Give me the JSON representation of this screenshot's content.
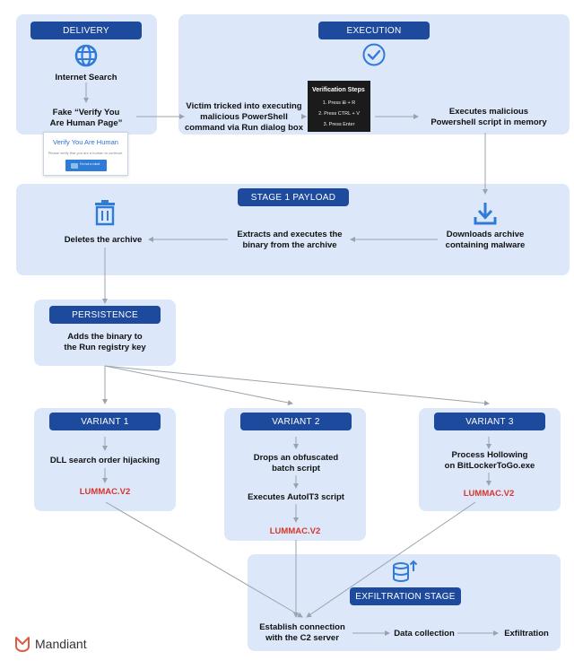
{
  "sections": {
    "delivery": "DELIVERY",
    "execution": "EXECUTION",
    "stage1": "STAGE 1 PAYLOAD",
    "persistence": "PERSISTENCE",
    "variant1": "VARIANT 1",
    "variant2": "VARIANT 2",
    "variant3": "VARIANT 3",
    "exfil": "EXFILTRATION STAGE"
  },
  "nodes": {
    "internet_search": "Internet Search",
    "fake_page_1": "Fake “Verify You",
    "fake_page_2": "Are Human Page”",
    "victim_1": "Victim tricked into executing",
    "victim_2": "malicious PowerShell",
    "victim_3": "command via Run dialog box",
    "exec_mem_1": "Executes malicious",
    "exec_mem_2": "Powershell script in memory",
    "download_1": "Downloads archive",
    "download_2": "containing malware",
    "extract_1": "Extracts and executes the",
    "extract_2": "binary from the archive",
    "delete": "Deletes the archive",
    "run_key_1": "Adds the binary to",
    "run_key_2": "the Run registry key",
    "dll": "DLL search order hijacking",
    "drops_1": "Drops an obfuscated",
    "drops_2": "batch script",
    "autoit": "Executes AutoIT3 script",
    "hollow_1": "Process Hollowing",
    "hollow_2": "on BitLockerToGo.exe",
    "lummac_1": "LUMMAC.V2",
    "lummac_2": "LUMMAC.V2",
    "lummac_3": "LUMMAC.V2",
    "c2_1": "Establish connection",
    "c2_2": "with the C2 server",
    "collect": "Data collection",
    "exfiltration": "Exfiltration"
  },
  "verify_popup": {
    "title": "Verify You Are Human",
    "subtitle": "Please verify that you are a human to continue.",
    "button": "I'm not a robot"
  },
  "verification_steps": {
    "title": "Verification Steps",
    "step1": "1. Press ⊞ + R",
    "step2": "2. Press CTRL + V",
    "step3": "3. Press Enter"
  },
  "brand": "Mandiant",
  "colors": {
    "panel": "#dce8fa",
    "header": "#1e4a9e",
    "highlight": "#d9342b",
    "icon": "#2f7bd8",
    "arrow": "#9aa3ad"
  },
  "icons": [
    "globe-icon",
    "check-circle-icon",
    "download-icon",
    "trash-icon",
    "database-upload-icon",
    "mandiant-logo-icon"
  ]
}
